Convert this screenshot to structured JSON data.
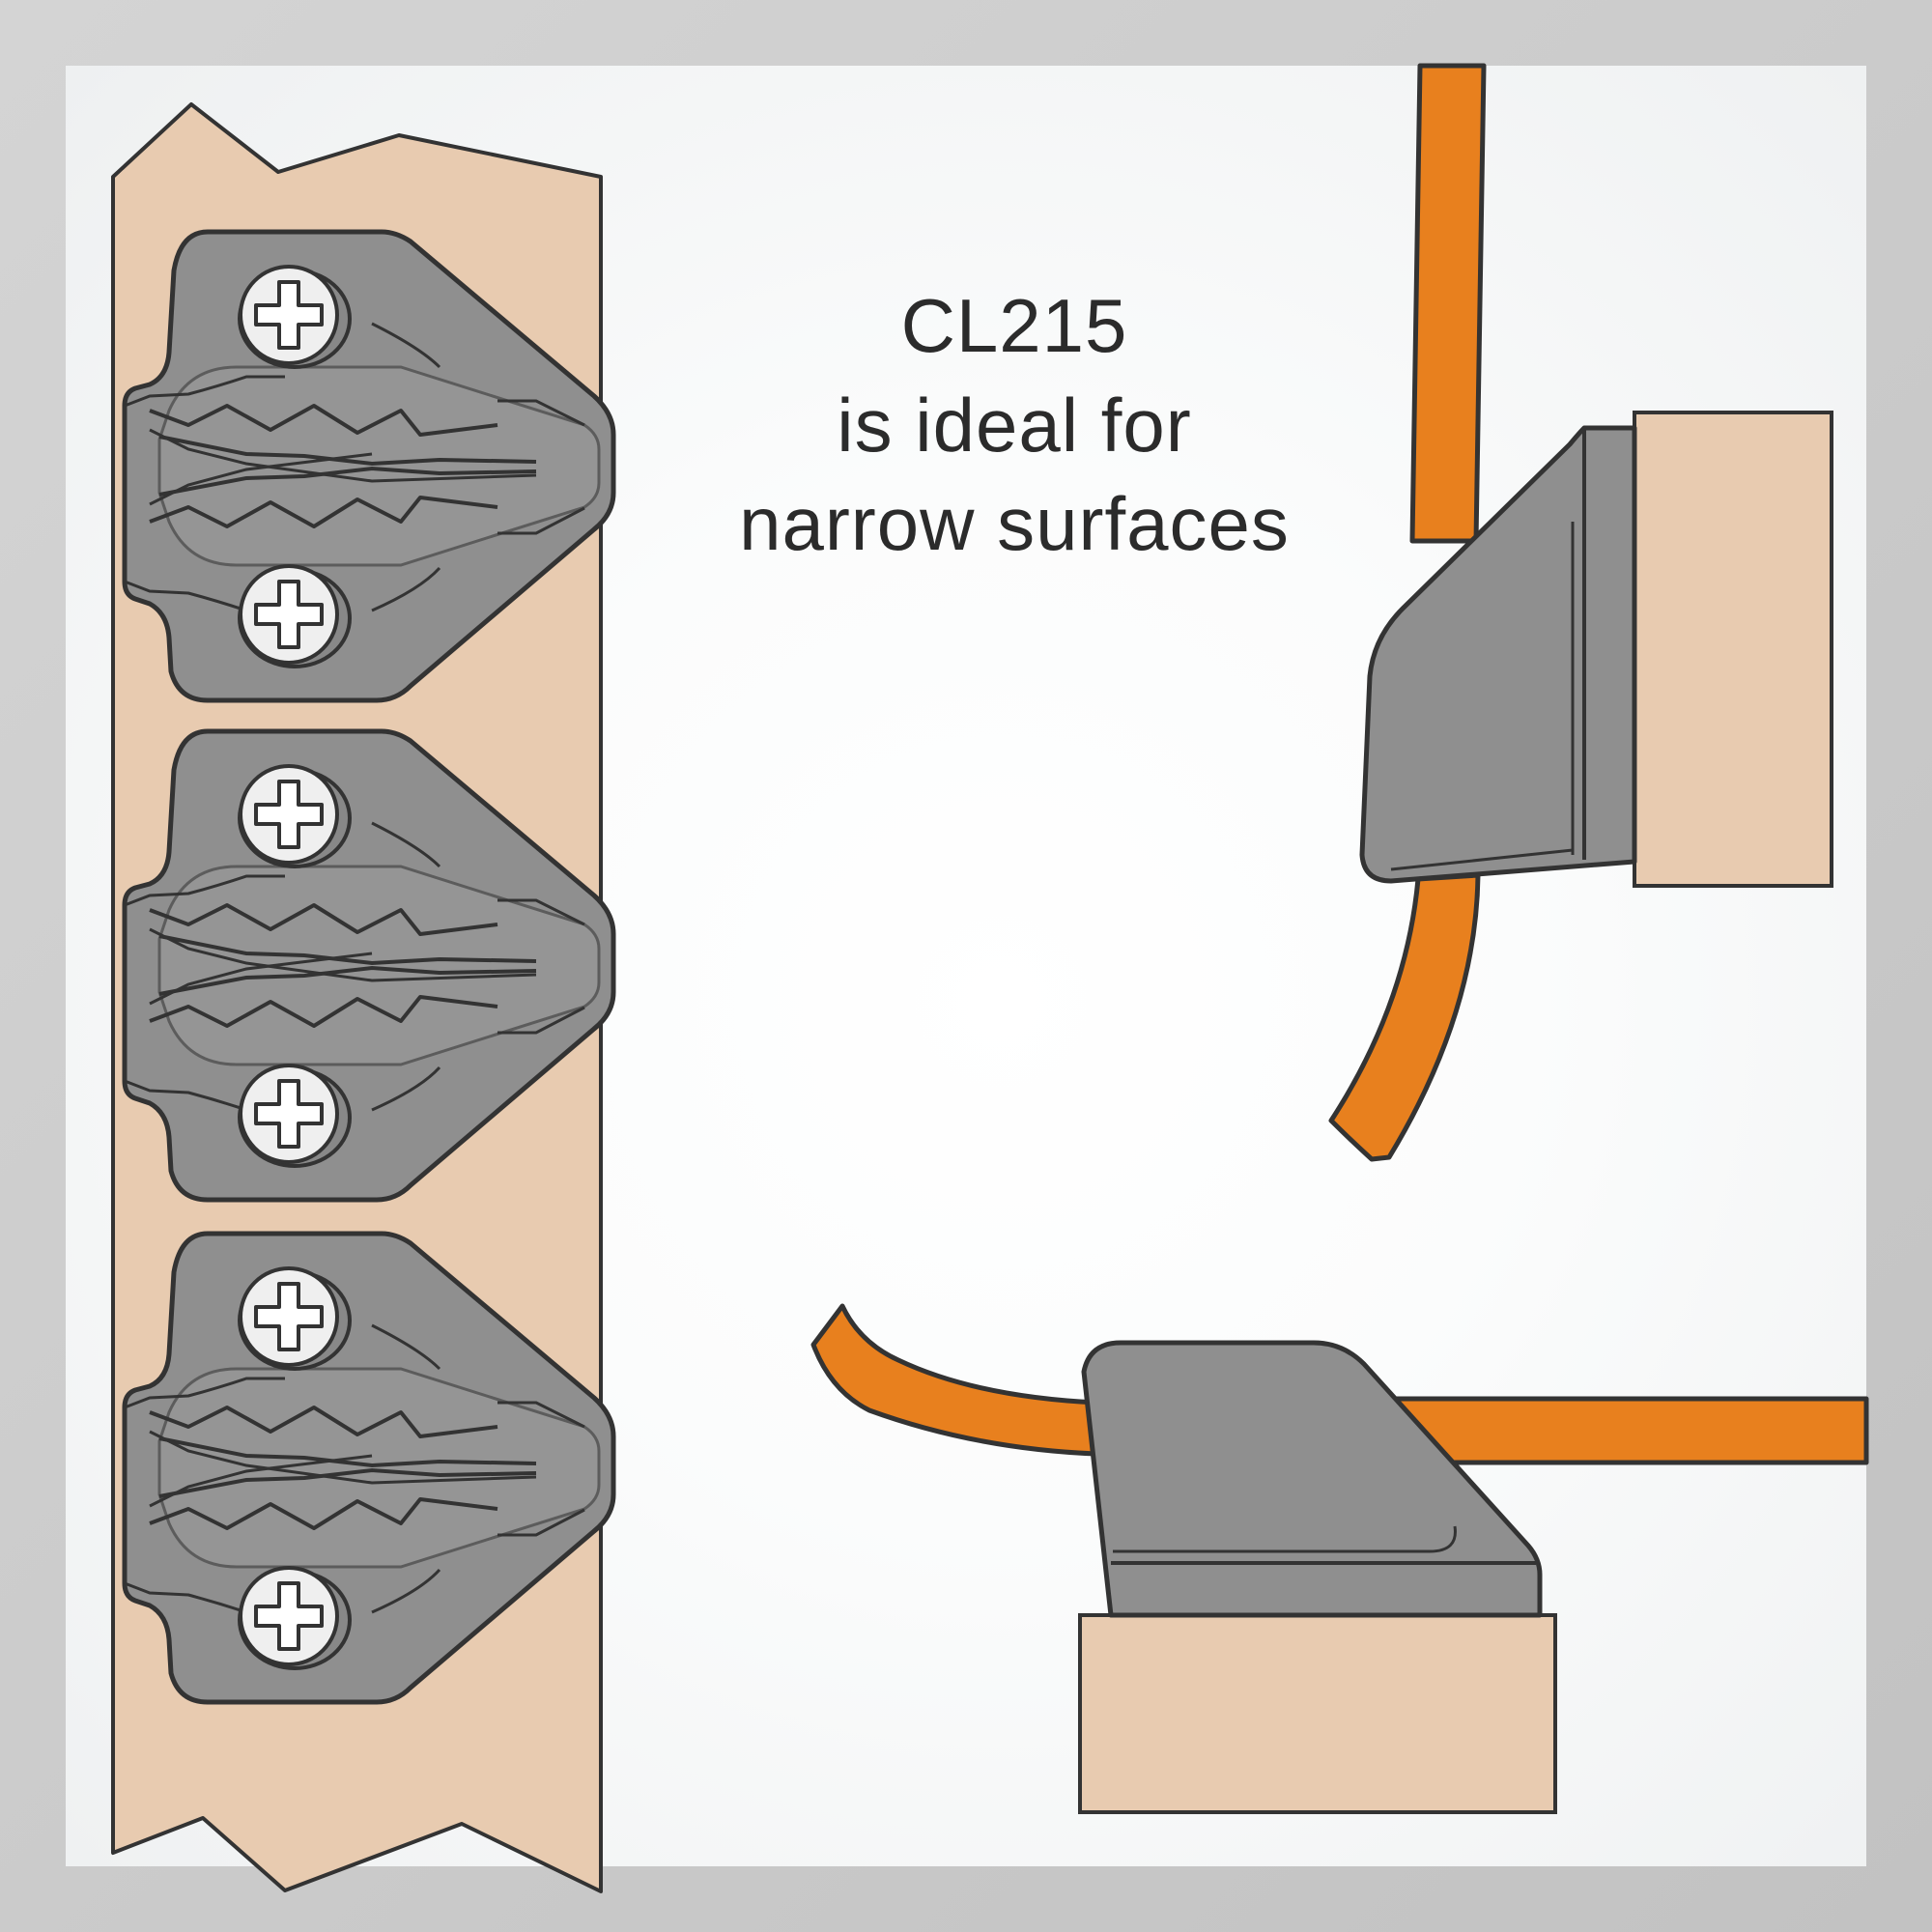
{
  "caption": {
    "product": "CL215",
    "line2": "is ideal for",
    "line3": "narrow surfaces"
  },
  "colors": {
    "background": "#f3f5f6",
    "frame": "#c8c8c8",
    "wood": "#e8cbb0",
    "cleat": "#8f8f8f",
    "cleat_dark": "#7a7a7a",
    "rope": "#e8801e",
    "outline": "#333333",
    "screw": "#efefef"
  },
  "illustration": {
    "cleat_count_on_strip": 3,
    "screws_per_cleat": 2,
    "icons": [
      "wood-strip",
      "cleat-icon",
      "screw-head-icon",
      "rope-icon",
      "wood-block"
    ]
  }
}
